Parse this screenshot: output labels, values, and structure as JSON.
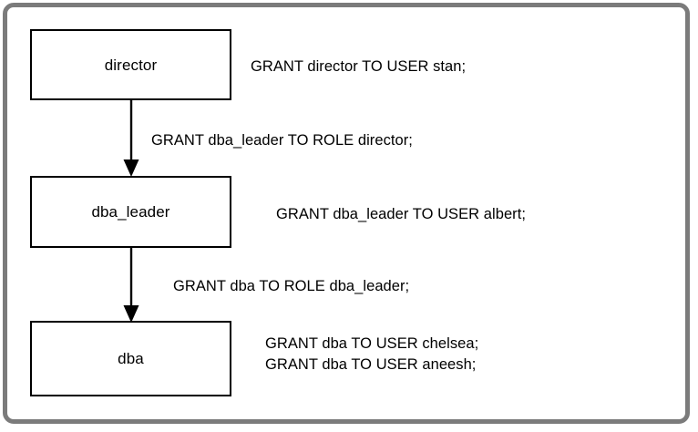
{
  "diagram": {
    "type": "role-hierarchy-flow",
    "frame_color": "#7b7b7b",
    "box_border_color": "#000000",
    "text_color": "#000000",
    "background": "#ffffff",
    "roles": [
      {
        "id": "director",
        "label": "director"
      },
      {
        "id": "dba_leader",
        "label": "dba_leader"
      },
      {
        "id": "dba",
        "label": "dba"
      }
    ],
    "edges": [
      {
        "id": "director-to-dba_leader",
        "from": "director",
        "to": "dba_leader",
        "label": "GRANT dba_leader TO ROLE director;",
        "arrow": "down-arrow-icon"
      },
      {
        "id": "dba_leader-to-dba",
        "from": "dba_leader",
        "to": "dba",
        "label": "GRANT dba TO ROLE dba_leader;",
        "arrow": "down-arrow-icon"
      }
    ],
    "grants": {
      "director_user": "GRANT director TO USER stan;",
      "dba_leader_user": "GRANT dba_leader TO USER albert;",
      "dba_users": [
        "GRANT dba TO USER chelsea;",
        "GRANT dba TO USER aneesh;"
      ]
    }
  }
}
